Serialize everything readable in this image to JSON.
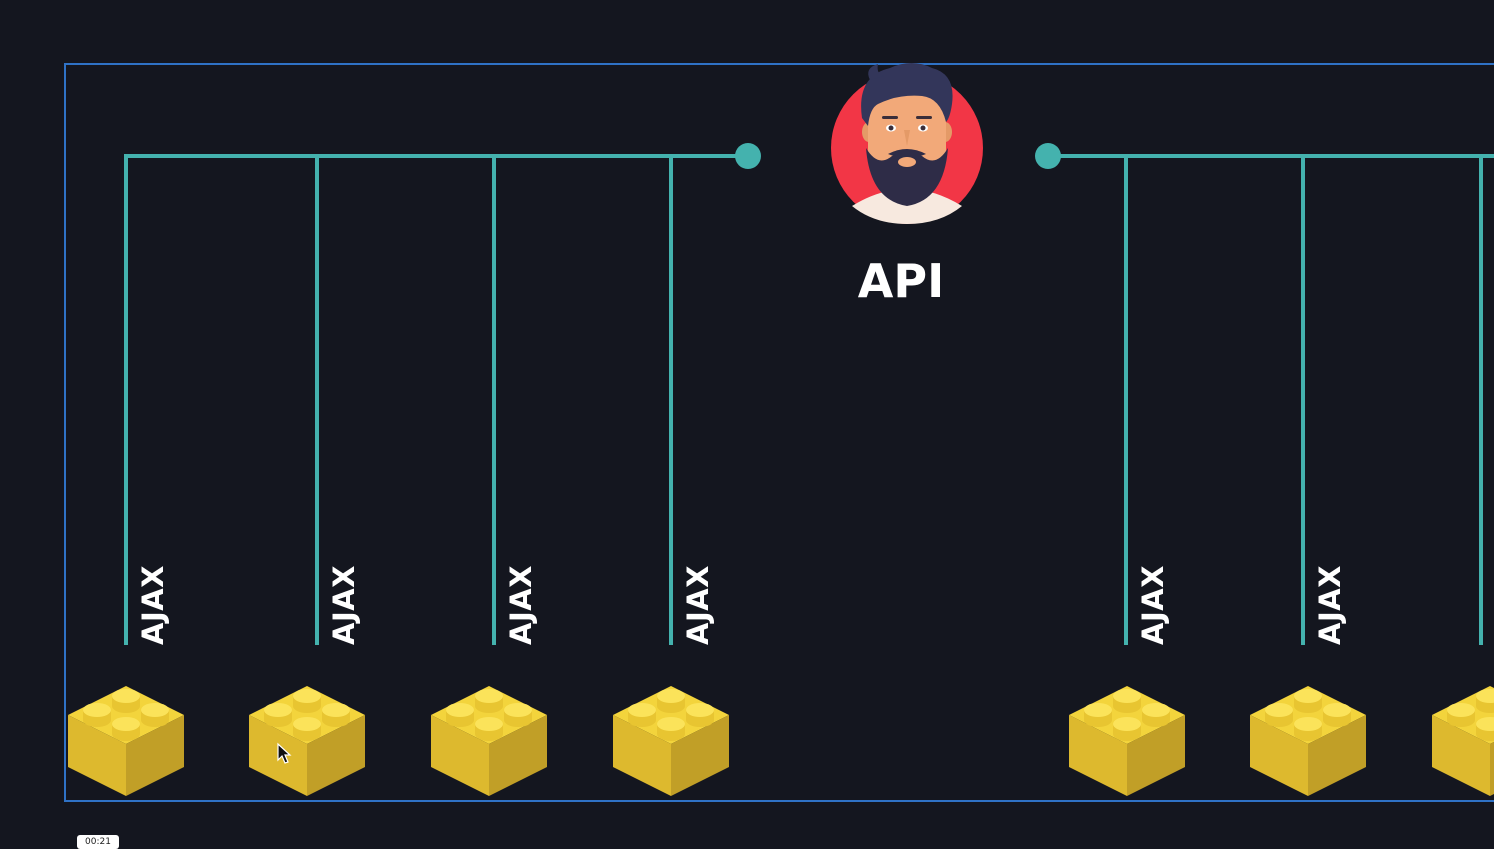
{
  "diagram": {
    "center_label": "API",
    "center_icon": "bearded-man-avatar-icon",
    "request_label": "AJAX",
    "left_branch_count": 4,
    "right_branch_count": 3,
    "block_icon": "yellow-lego-brick-icon",
    "colors": {
      "background": "#14161f",
      "frame": "#2f72c6",
      "connector": "#44b2ae",
      "avatar_circle": "#f23646",
      "brick": "#e8c22f",
      "label": "#ffffff"
    }
  },
  "player": {
    "timestamp": "00:21",
    "cursor_icon": "mouse-pointer-icon"
  }
}
